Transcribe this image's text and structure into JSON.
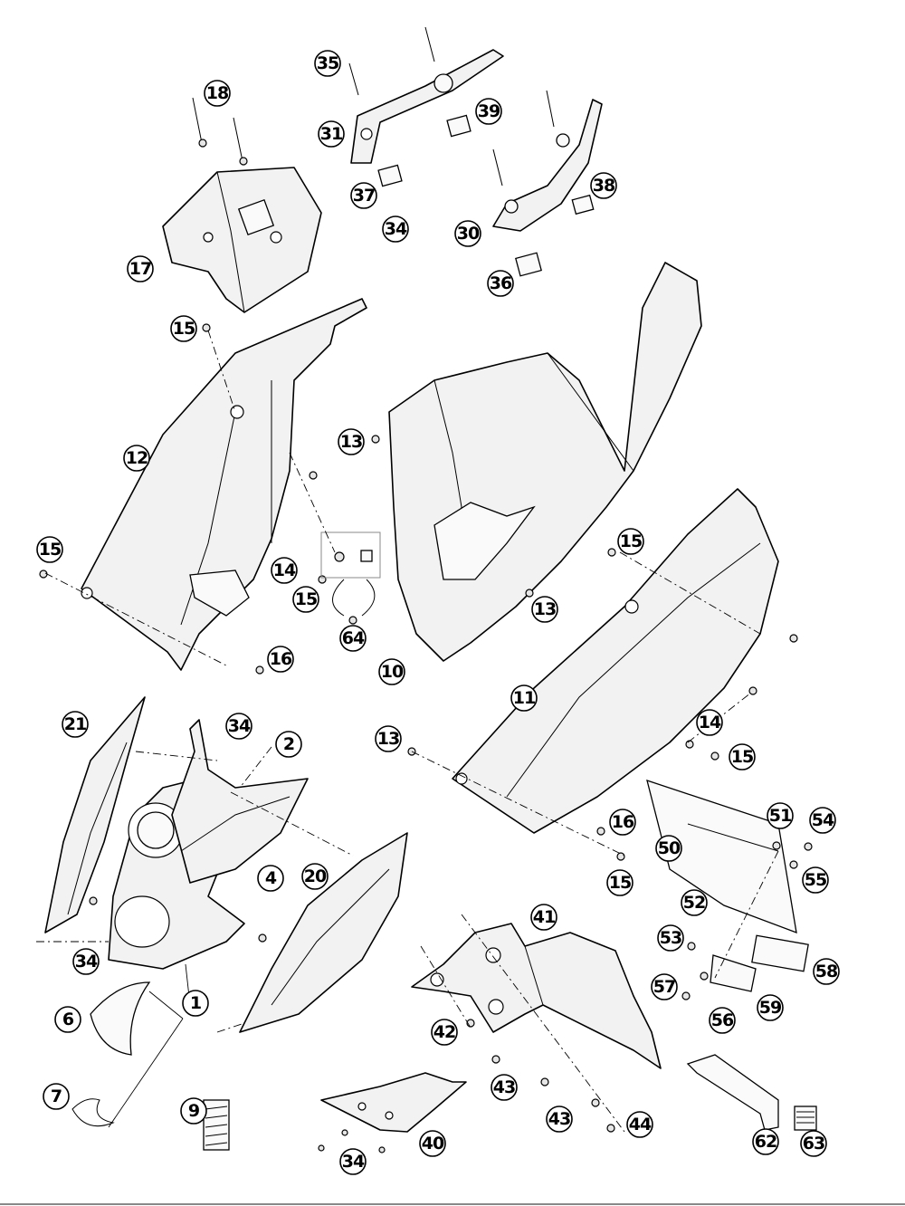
{
  "callouts": [
    {
      "id": "c1",
      "number": "1"
    },
    {
      "id": "c2",
      "number": "2"
    },
    {
      "id": "c4",
      "number": "4"
    },
    {
      "id": "c6",
      "number": "6"
    },
    {
      "id": "c7",
      "number": "7"
    },
    {
      "id": "c9",
      "number": "9"
    },
    {
      "id": "c10",
      "number": "10"
    },
    {
      "id": "c11",
      "number": "11"
    },
    {
      "id": "c12",
      "number": "12"
    },
    {
      "id": "c13a",
      "number": "13"
    },
    {
      "id": "c13b",
      "number": "13"
    },
    {
      "id": "c13c",
      "number": "13"
    },
    {
      "id": "c14a",
      "number": "14"
    },
    {
      "id": "c14b",
      "number": "14"
    },
    {
      "id": "c15a",
      "number": "15"
    },
    {
      "id": "c15b",
      "number": "15"
    },
    {
      "id": "c15c",
      "number": "15"
    },
    {
      "id": "c15d",
      "number": "15"
    },
    {
      "id": "c15e",
      "number": "15"
    },
    {
      "id": "c15f",
      "number": "15"
    },
    {
      "id": "c16a",
      "number": "16"
    },
    {
      "id": "c16b",
      "number": "16"
    },
    {
      "id": "c17",
      "number": "17"
    },
    {
      "id": "c18",
      "number": "18"
    },
    {
      "id": "c20",
      "number": "20"
    },
    {
      "id": "c21",
      "number": "21"
    },
    {
      "id": "c30",
      "number": "30"
    },
    {
      "id": "c31",
      "number": "31"
    },
    {
      "id": "c34a",
      "number": "34"
    },
    {
      "id": "c34b",
      "number": "34"
    },
    {
      "id": "c34c",
      "number": "34"
    },
    {
      "id": "c34d",
      "number": "34"
    },
    {
      "id": "c35",
      "number": "35"
    },
    {
      "id": "c36",
      "number": "36"
    },
    {
      "id": "c37",
      "number": "37"
    },
    {
      "id": "c38",
      "number": "38"
    },
    {
      "id": "c39",
      "number": "39"
    },
    {
      "id": "c40",
      "number": "40"
    },
    {
      "id": "c41",
      "number": "41"
    },
    {
      "id": "c42",
      "number": "42"
    },
    {
      "id": "c43a",
      "number": "43"
    },
    {
      "id": "c43b",
      "number": "43"
    },
    {
      "id": "c44",
      "number": "44"
    },
    {
      "id": "c50",
      "number": "50"
    },
    {
      "id": "c51",
      "number": "51"
    },
    {
      "id": "c52",
      "number": "52"
    },
    {
      "id": "c53",
      "number": "53"
    },
    {
      "id": "c54",
      "number": "54"
    },
    {
      "id": "c55",
      "number": "55"
    },
    {
      "id": "c56",
      "number": "56"
    },
    {
      "id": "c57",
      "number": "57"
    },
    {
      "id": "c58",
      "number": "58"
    },
    {
      "id": "c59",
      "number": "59"
    },
    {
      "id": "c62",
      "number": "62"
    },
    {
      "id": "c63",
      "number": "63"
    },
    {
      "id": "c64",
      "number": "64"
    }
  ]
}
